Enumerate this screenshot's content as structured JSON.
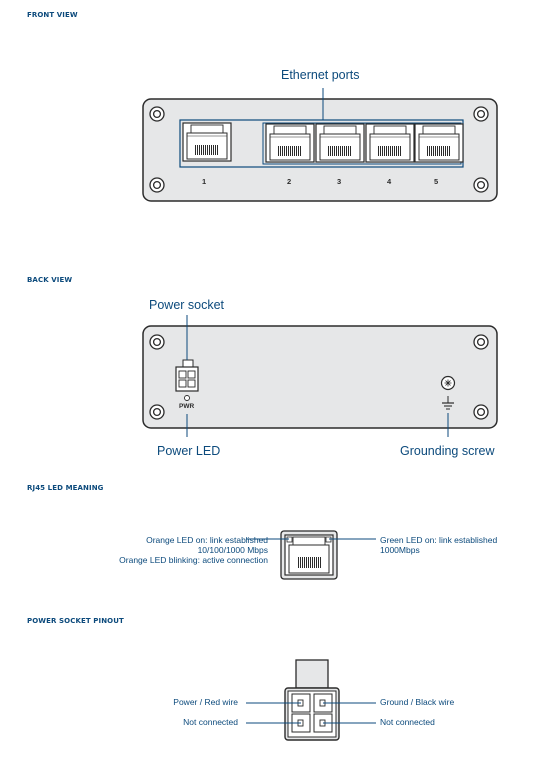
{
  "sections": {
    "front_view": "FRONT VIEW",
    "back_view": "BACK VIEW",
    "rj45_led_meaning": "RJ45 LED MEANING",
    "power_socket_pinout": "POWER SOCKET PINOUT"
  },
  "front": {
    "ethernet_ports_label": "Ethernet ports",
    "port_numbers": [
      "1",
      "2",
      "3",
      "4",
      "5"
    ]
  },
  "back": {
    "power_socket_label": "Power socket",
    "pwr_label": "PWR",
    "power_led_label": "Power LED",
    "grounding_screw_label": "Grounding screw"
  },
  "led": {
    "left_lines": [
      "Orange LED on: link established",
      "10/100/1000 Mbps",
      "Orange LED blinking: active connection"
    ],
    "right_lines": [
      "Green LED on: link established",
      "1000Mbps"
    ]
  },
  "pinout": {
    "top_left": "Power / Red wire",
    "bottom_left": "Not connected",
    "top_right": "Ground / Black wire",
    "bottom_right": "Not connected"
  },
  "colors": {
    "accent": "#0c4a7c",
    "device_fill": "#e6e7e8",
    "outline": "#2b2b2b"
  }
}
